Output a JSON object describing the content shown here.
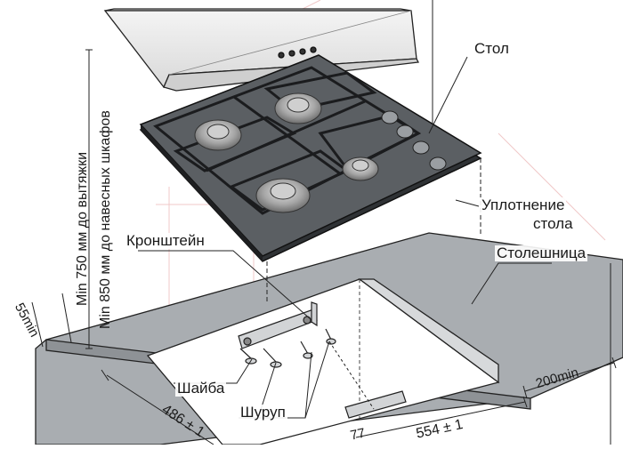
{
  "labels": {
    "table": "Стол",
    "seal_line1": "Уплотнение",
    "seal_line2": "стола",
    "countertop": "Столешница",
    "bracket": "Кронштейн",
    "washer": "Шайба",
    "screw": "Шуруп"
  },
  "dimensions": {
    "hood_clearance": "Min 750 мм до вытяжки",
    "cabinet_clearance": "Min 850 мм до навесных шкафов",
    "rear_margin": "55min",
    "side_margin": "200min",
    "cutout_depth": "486 ± 1",
    "cutout_width": "554 ± 1",
    "partial_dim": "77"
  },
  "colors": {
    "hob_glass": "#5b5f63",
    "countertop": "#a9adb1",
    "line": "#222222"
  }
}
